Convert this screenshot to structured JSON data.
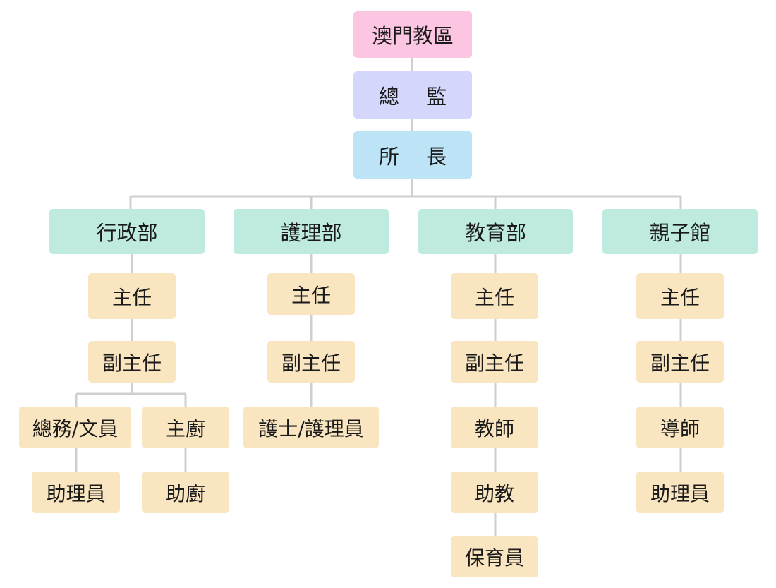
{
  "top": {
    "org": "澳門教區",
    "director": "總 監",
    "head": "所 長"
  },
  "departments": [
    {
      "name": "行政部",
      "roles": [
        "主任",
        "副主任"
      ],
      "branches": [
        [
          "總務/文員",
          "助理員"
        ],
        [
          "主廚",
          "助廚"
        ]
      ]
    },
    {
      "name": "護理部",
      "roles": [
        "主任",
        "副主任",
        "護士/護理員"
      ]
    },
    {
      "name": "教育部",
      "roles": [
        "主任",
        "副主任",
        "教師",
        "助教",
        "保育員"
      ]
    },
    {
      "name": "親子館",
      "roles": [
        "主任",
        "副主任",
        "導師",
        "助理員"
      ]
    }
  ],
  "colors": {
    "org": "#fcc5e2",
    "director": "#d4d6fb",
    "head": "#bde3f7",
    "department": "#bfeadf",
    "staff": "#f9e5c0",
    "connector": "#cfcfcf"
  }
}
